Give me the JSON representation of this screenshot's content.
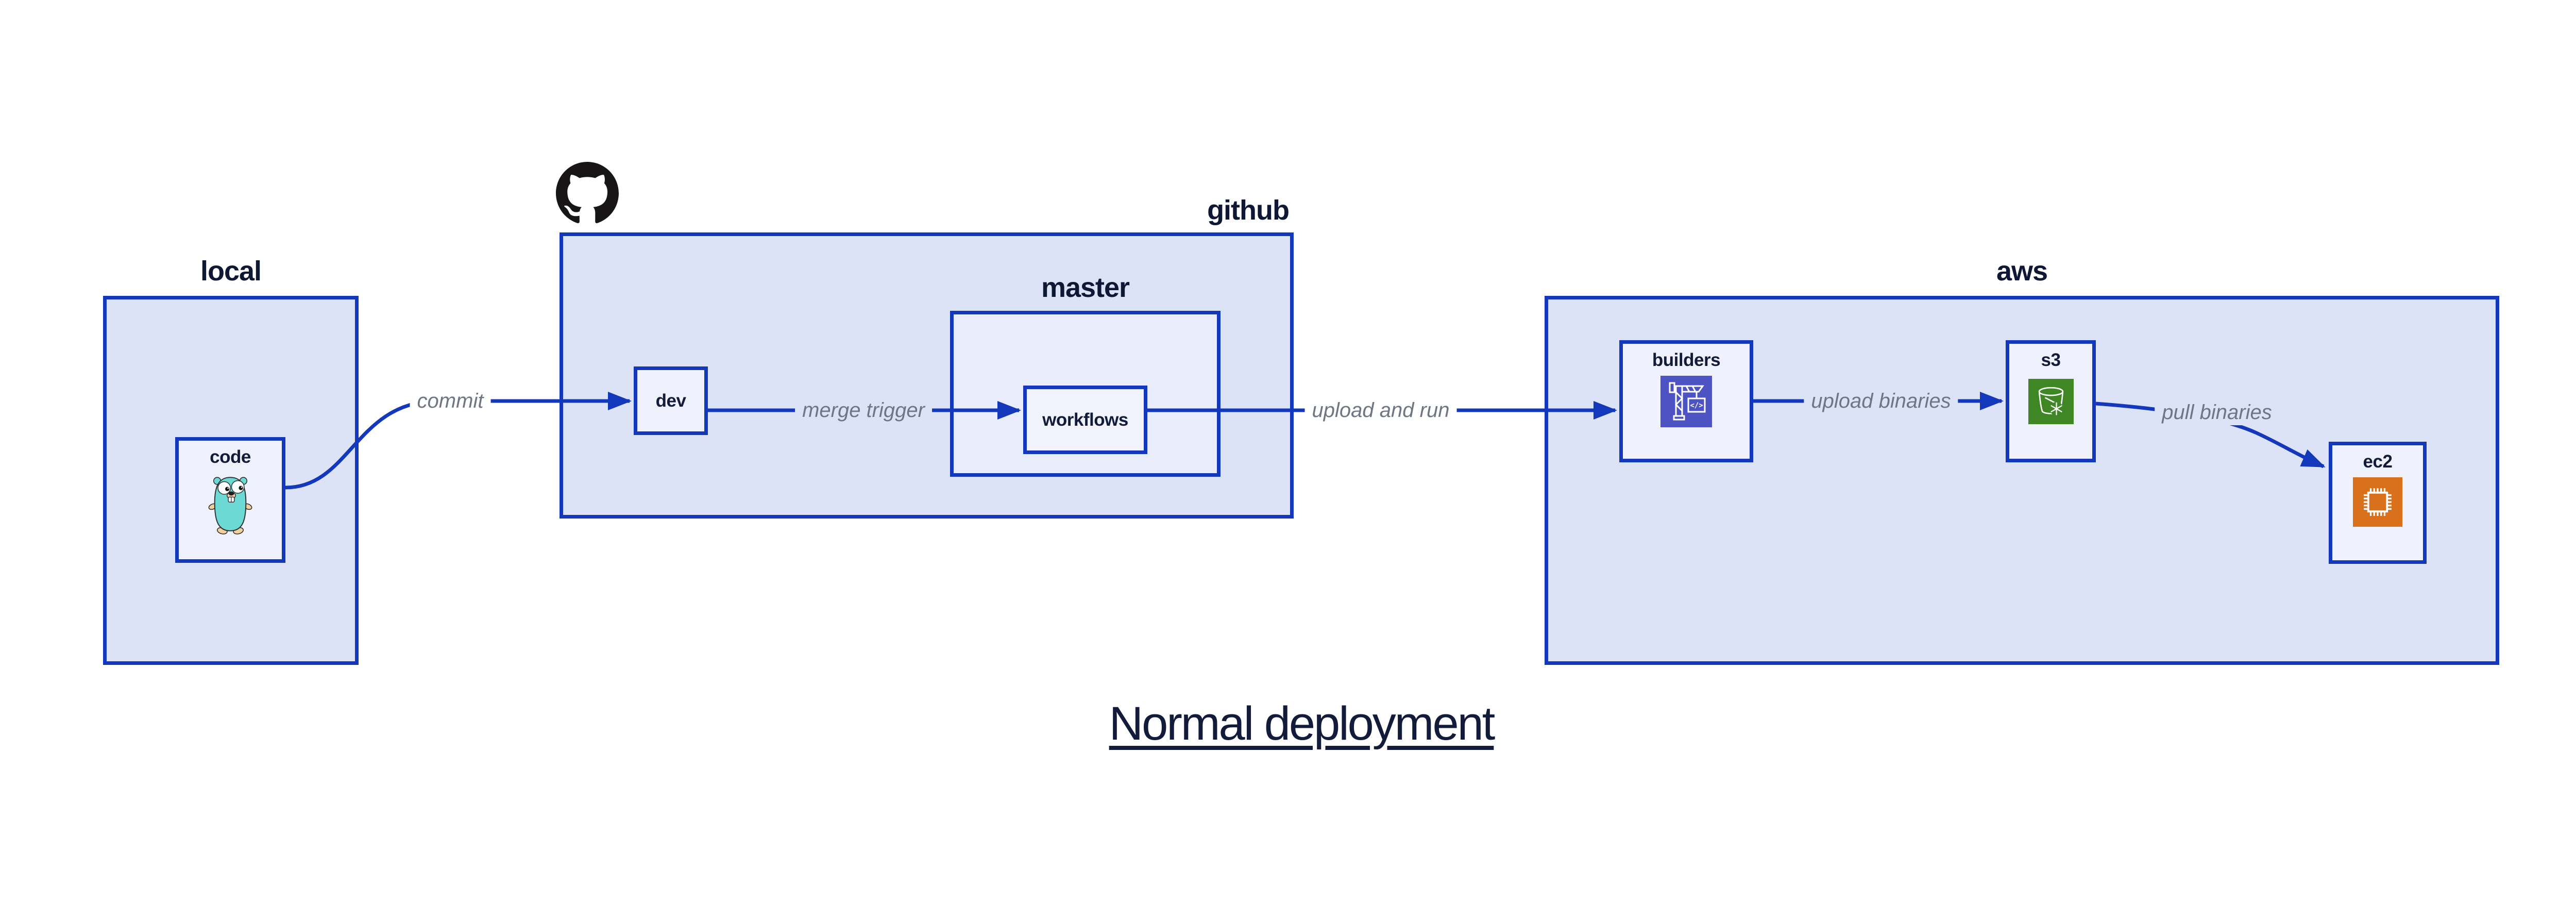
{
  "title": {
    "text": "Normal deployment"
  },
  "containers": {
    "local": {
      "label": "local"
    },
    "github": {
      "label": "github"
    },
    "master": {
      "label": "master"
    },
    "aws": {
      "label": "aws"
    }
  },
  "nodes": {
    "code": {
      "label": "code",
      "icon": "go-gopher-icon"
    },
    "dev": {
      "label": "dev"
    },
    "workflows": {
      "label": "workflows"
    },
    "builders": {
      "label": "builders",
      "icon": "codebuild-crane-icon"
    },
    "s3": {
      "label": "s3",
      "icon": "s3-glacier-bucket-icon"
    },
    "ec2": {
      "label": "ec2",
      "icon": "ec2-chip-icon"
    }
  },
  "edges": [
    {
      "from": "code",
      "to": "dev",
      "label": "commit"
    },
    {
      "from": "dev",
      "to": "workflows",
      "label": "merge trigger"
    },
    {
      "from": "workflows",
      "to": "builders",
      "label": "upload and run"
    },
    {
      "from": "builders",
      "to": "s3",
      "label": "upload binaries"
    },
    {
      "from": "s3",
      "to": "ec2",
      "label": "pull binaries"
    }
  ],
  "icons": {
    "github_logo": "github-octocat-icon",
    "codebuild_glyph": "</>"
  },
  "colors": {
    "border_blue": "#1438bc",
    "container_fill": "#dde3f7",
    "master_fill": "#e8ecfb",
    "node_fill": "#eff2fc",
    "edge_label_gray": "#6e7684",
    "text_navy": "#131b3a",
    "codebuild_purple": "#4d53c2",
    "s3_green": "#3f8624",
    "ec2_orange": "#d9701c",
    "gopher_teal": "#6cd9d4",
    "github_black": "#171515"
  }
}
